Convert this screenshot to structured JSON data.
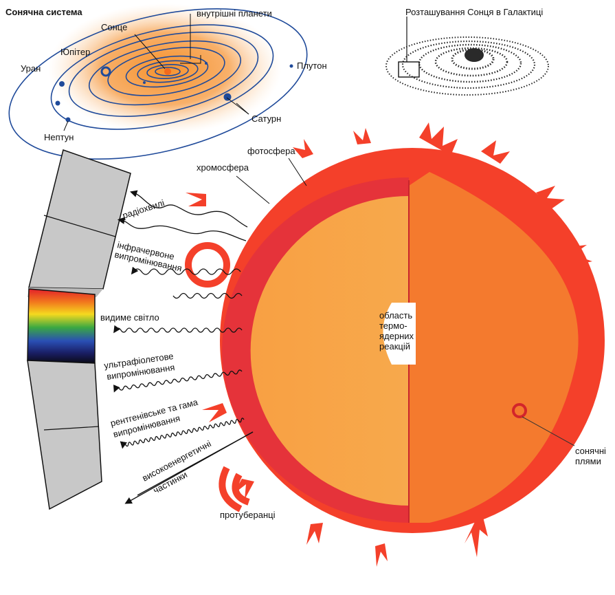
{
  "solar_system": {
    "title": "Сонячна система",
    "labels": {
      "sun": "Сонце",
      "inner_planets": "внутрішні планети",
      "jupiter": "Юпітер",
      "uranus": "Уран",
      "pluto": "Плутон",
      "saturn": "Сатурн",
      "neptune": "Нептун"
    }
  },
  "galaxy": {
    "title": "Розташування Сонця в Галактиці"
  },
  "sun_structure": {
    "photosphere": "фотосфера",
    "chromosphere": "хромосфера",
    "core_label_lines": [
      "область",
      "термо-",
      "ядерних",
      "реакцій"
    ],
    "sunspots_lines": [
      "сонячні",
      "плями"
    ],
    "prominences": "протуберанці"
  },
  "radiation": {
    "radio": "радіохвилі",
    "infrared_lines": [
      "інфрачервоне",
      "випромінювання"
    ],
    "visible": "видиме світло",
    "ultraviolet_lines": [
      "ультрафіолетове",
      "випромінювання"
    ],
    "xray_gamma_lines": [
      "рентгенівське та гама",
      "випромінювання"
    ],
    "particles_lines": [
      "високоенергетичні",
      "частинки"
    ]
  },
  "colors": {
    "sun_outer": "#f4402a",
    "sun_interior": "#f9a13e",
    "chromosphere_ring": "#e8343a",
    "orbit_lines": "#1f4a9a",
    "sun_glow": "#f7a54a"
  }
}
